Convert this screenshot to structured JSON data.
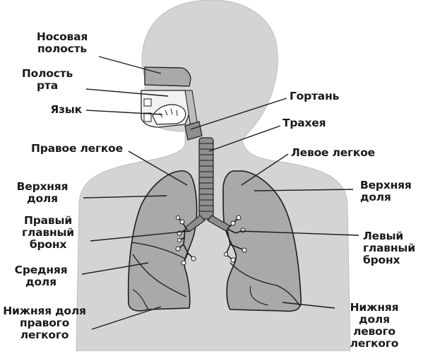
{
  "labels": {
    "nasal_cavity": [
      "Носовая",
      "полость"
    ],
    "oral_cavity": [
      "Полость",
      "рта"
    ],
    "tongue": "Язык",
    "larynx": "Гортань",
    "trachea": "Трахея",
    "right_lung": "Правое легкое",
    "left_lung": "Левое легкое",
    "right_upper_lobe": [
      "Верхняя",
      "доля"
    ],
    "left_upper_lobe": [
      "Верхняя",
      "доля"
    ],
    "right_main_bronchus": [
      "Правый",
      "главный",
      "бронх"
    ],
    "left_main_bronchus": [
      "Левый",
      "главный",
      "бронх"
    ],
    "middle_lobe": [
      "Средняя",
      "доля"
    ],
    "right_lower_lobe": [
      "Нижняя доля",
      "правого",
      "легкого"
    ],
    "left_lower_lobe": [
      "Нижняя",
      "доля",
      "левого",
      "легкого"
    ]
  },
  "colors": {
    "body_fill": "#d4d4d4",
    "lung_fill": "#a9a9a9",
    "outline": "#1c1c1c",
    "airway": "#8e8e8e",
    "text": "#1a1a1a"
  }
}
